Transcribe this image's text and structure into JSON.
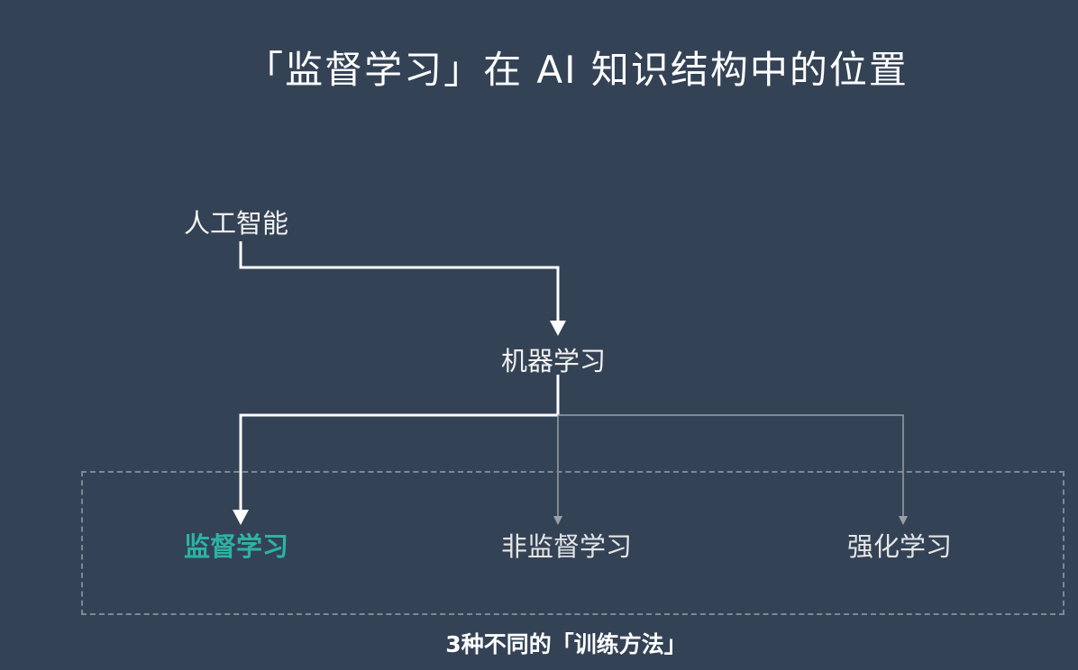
{
  "title": "「监督学习」在 AI 知识结构中的位置",
  "nodes": {
    "ai": "人工智能",
    "ml": "机器学习",
    "supervised": "监督学习",
    "unsupervised": "非监督学习",
    "reinforcement": "强化学习"
  },
  "group": {
    "caption": "3种不同的「训练方法」"
  },
  "colors": {
    "background": "#344256",
    "highlight": "#2bb3a3",
    "primary_line": "#ffffff",
    "secondary_line": "#9aa0a8",
    "dashed_border": "#7e8896"
  }
}
